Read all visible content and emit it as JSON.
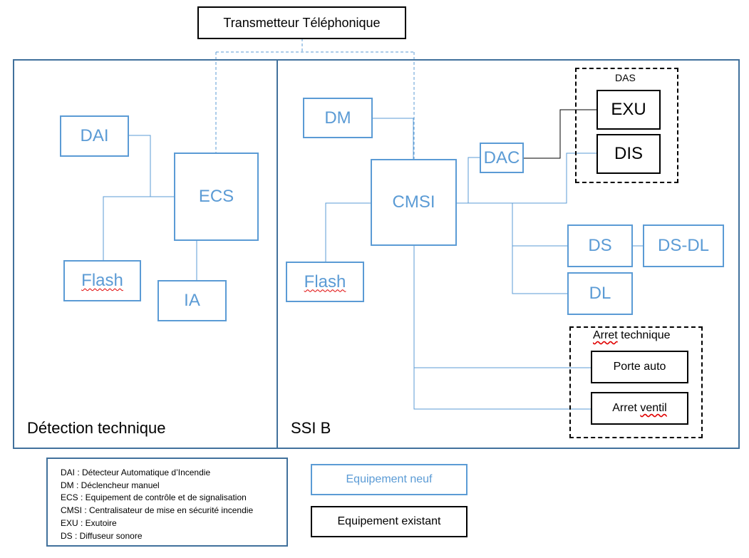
{
  "diagram": {
    "top": {
      "transmitter": "Transmetteur Téléphonique"
    },
    "left_panel": {
      "label": "Détection technique",
      "nodes": {
        "dai": "DAI",
        "ecs": "ECS",
        "flash": "Flash",
        "ia": "IA"
      }
    },
    "right_panel": {
      "label": "SSI B",
      "nodes": {
        "dm": "DM",
        "cmsi": "CMSI",
        "flash": "Flash",
        "dac": "DAC",
        "ds": "DS",
        "ds_dl": "DS-DL",
        "dl": "DL"
      },
      "das_group": {
        "title": "DAS",
        "exu": "EXU",
        "dis": "DIS"
      },
      "arret_group": {
        "title": "Arret technique",
        "porte": "Porte auto",
        "ventil": "Arret ventil"
      }
    },
    "legend": [
      "DAI : Détecteur  Automatique  d’Incendie",
      "DM : Déclencheur  manuel",
      "ECS : Equipement  de contrôle et de signalisation",
      "CMSI : Centralisateur  de mise en sécurité incendie",
      "EXU : Exutoire",
      "DS : Diffuseur  sonore"
    ],
    "key": {
      "new": "Equipement neuf",
      "existing": "Equipement existant"
    }
  },
  "colors": {
    "new_equipment": "#5b9bd5",
    "existing_equipment": "#000000",
    "panel_border": "#41719c",
    "spellcheck": "#e00000"
  }
}
